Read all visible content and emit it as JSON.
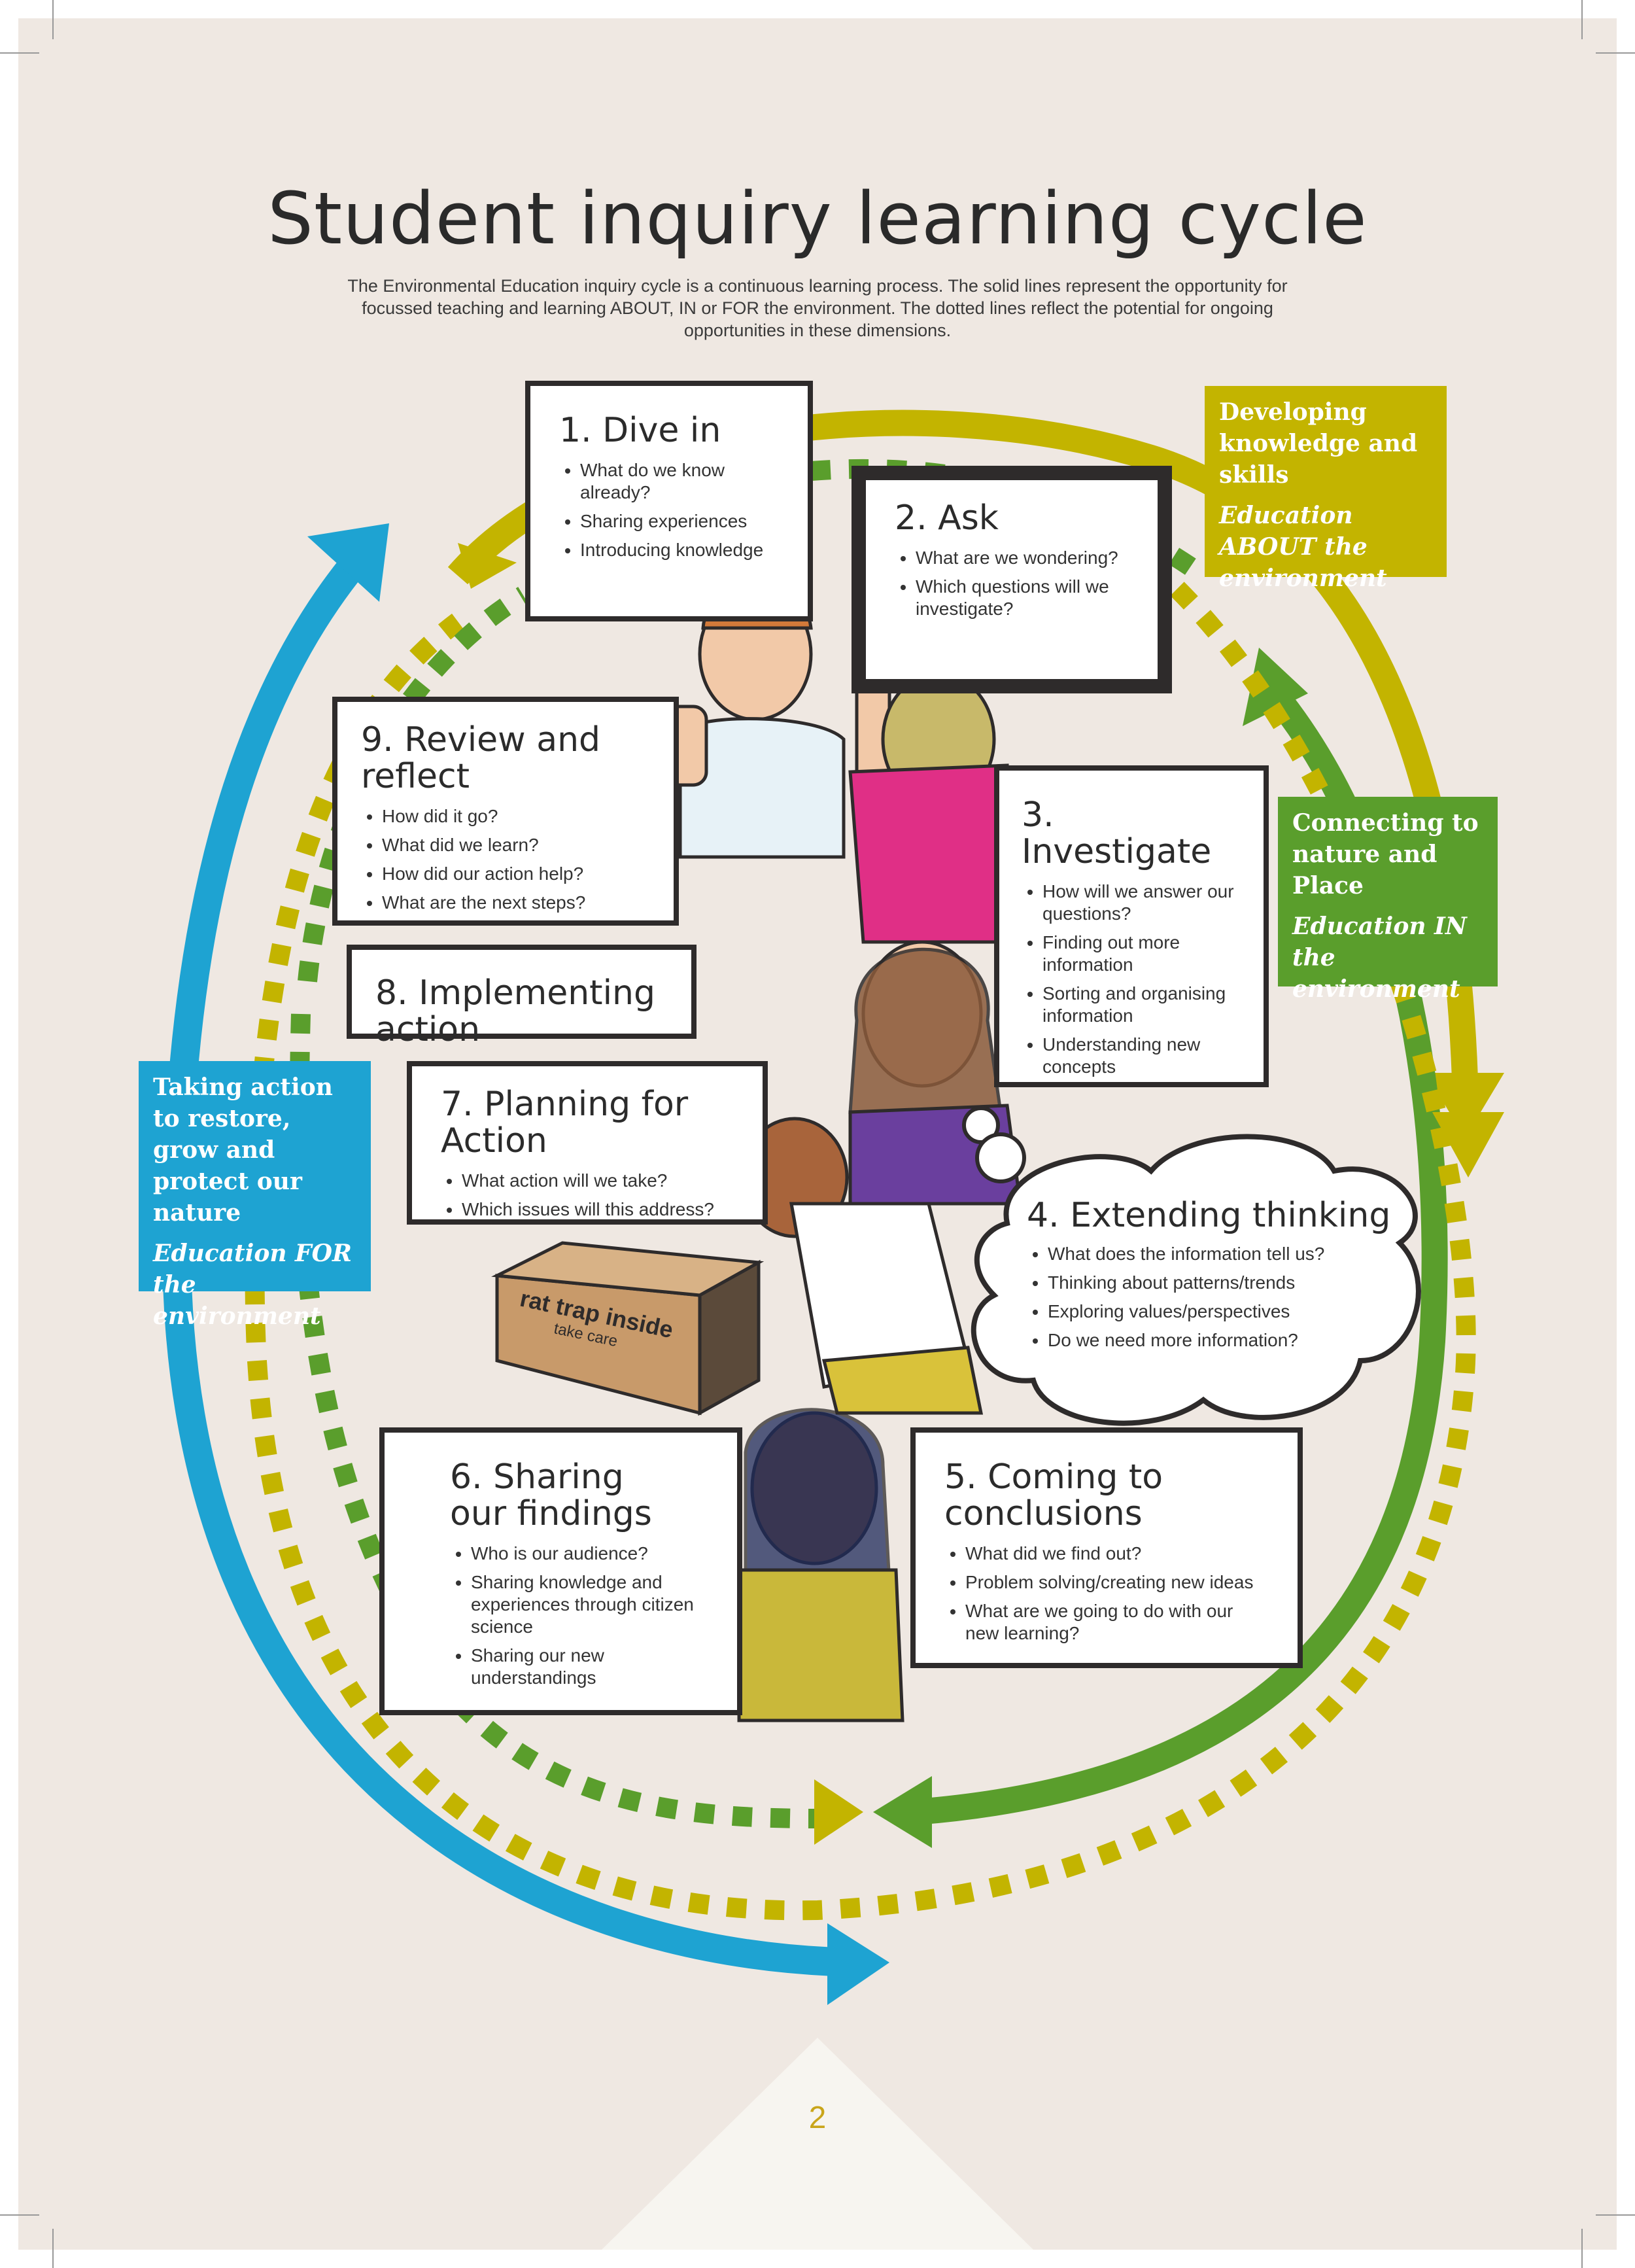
{
  "title": "Student inquiry learning cycle",
  "subtitle": "The Environmental Education inquiry cycle is a continuous learning process. The solid lines represent the opportunity for focussed teaching and learning ABOUT, IN or FOR the environment. The dotted lines reflect the potential for ongoing opportunities in these dimensions.",
  "steps": [
    {
      "title": "1. Dive in",
      "items": [
        "What do we know already?",
        "Sharing experiences",
        "Introducing knowledge"
      ]
    },
    {
      "title": "2. Ask",
      "items": [
        "What are we wondering?",
        "Which questions will we investigate?"
      ]
    },
    {
      "title": "3. Investigate",
      "items": [
        "How will we answer our questions?",
        "Finding out more information",
        "Sorting and organising information",
        "Understanding new concepts"
      ]
    },
    {
      "title": "4. Extending thinking",
      "items": [
        "What does the information tell us?",
        "Thinking about patterns/trends",
        "Exploring values/perspectives",
        "Do we need more information?"
      ]
    },
    {
      "title": "5. Coming to conclusions",
      "items": [
        "What did we find out?",
        "Problem solving/creating new ideas",
        "What are we going to do with our new learning?"
      ]
    },
    {
      "title": "6. Sharing our findings",
      "items": [
        "Who is our audience?",
        "Sharing knowledge and experiences through citizen science",
        "Sharing our new understandings"
      ]
    },
    {
      "title": "7. Planning for Action",
      "items": [
        "What action will we take?",
        "Which issues will this address?"
      ]
    },
    {
      "title": "8. Implementing action",
      "items": []
    },
    {
      "title": "9. Review and reflect",
      "items": [
        "How did it go?",
        "What did we learn?",
        "How did our action help?",
        "What are the next steps?"
      ]
    }
  ],
  "dimensions": {
    "about": {
      "heading": "Developing knowledge and skills",
      "label": "Education ABOUT the environment",
      "color": "#c3b400"
    },
    "in": {
      "heading": "Connecting to nature and Place",
      "label": "Education IN the environment",
      "color": "#5a9e2c"
    },
    "for": {
      "heading": "Taking action to restore, grow and protect our nature",
      "label": "Education FOR the environment",
      "color": "#1ea3d2"
    }
  },
  "box_label": {
    "line1": "rat trap inside",
    "line2": "take care"
  },
  "page_number": "2"
}
